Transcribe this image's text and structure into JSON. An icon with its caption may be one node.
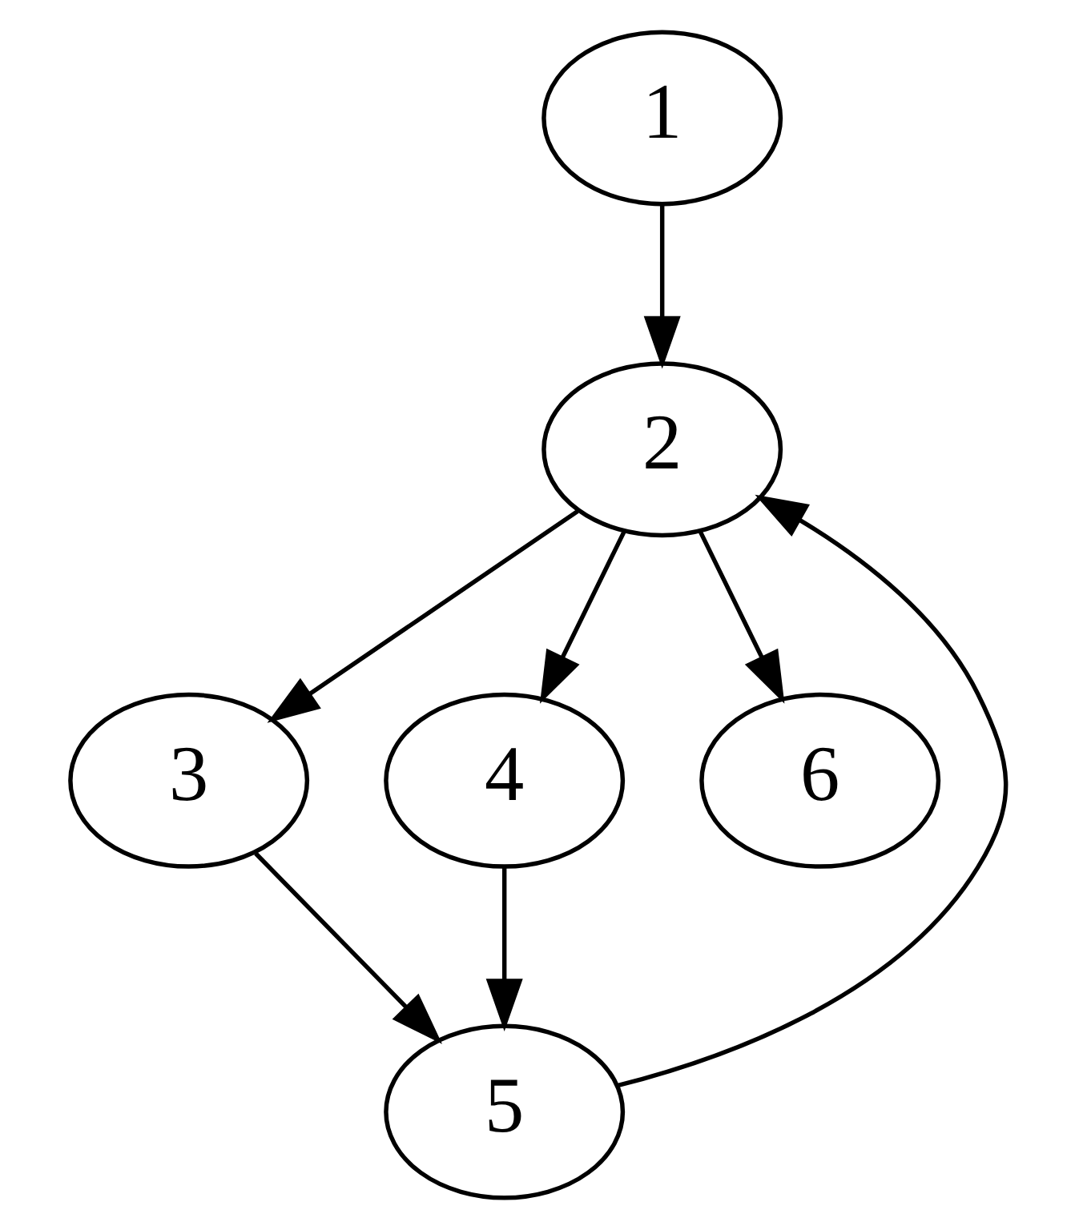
{
  "diagram": {
    "nodes": [
      {
        "text": [
          "1"
        ]
      },
      {
        "text": [
          "2"
        ]
      },
      {
        "text": [
          "3"
        ]
      },
      {
        "text": [
          "4"
        ]
      },
      {
        "text": [
          "5"
        ]
      },
      {
        "text": [
          "6"
        ]
      }
    ],
    "edges": [
      {
        "from": 0,
        "to": 1,
        "arrow": "to"
      },
      {
        "from": 1,
        "to": 2,
        "arrow": "to"
      },
      {
        "from": 1,
        "to": 3,
        "arrow": "to"
      },
      {
        "from": 1,
        "to": 5,
        "arrow": "to"
      },
      {
        "from": 2,
        "to": 4,
        "arrow": "to"
      },
      {
        "from": 3,
        "to": 4,
        "arrow": "to"
      },
      {
        "from": 4,
        "to": 1,
        "arrow": "to"
      }
    ]
  }
}
